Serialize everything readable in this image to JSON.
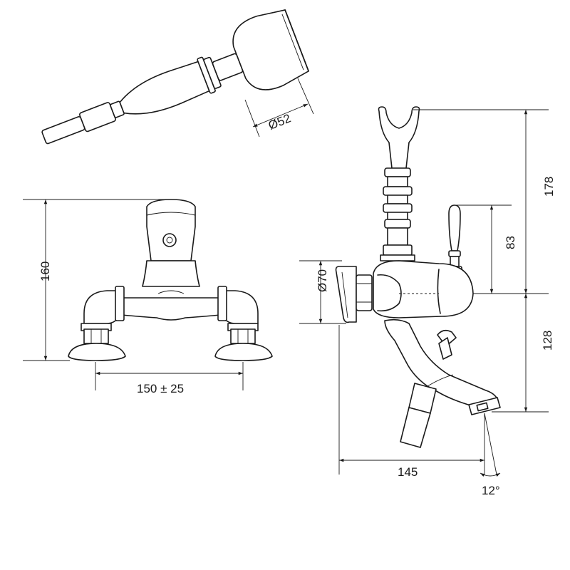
{
  "dimensions": {
    "handshower_diameter": "Ø52",
    "body_height": "160",
    "centres": "150 ± 25",
    "riser_height": "178",
    "handle_height": "83",
    "wall_flange_diameter": "Ø70",
    "spout_drop": "128",
    "spout_projection": "145",
    "spout_angle": "12°"
  }
}
